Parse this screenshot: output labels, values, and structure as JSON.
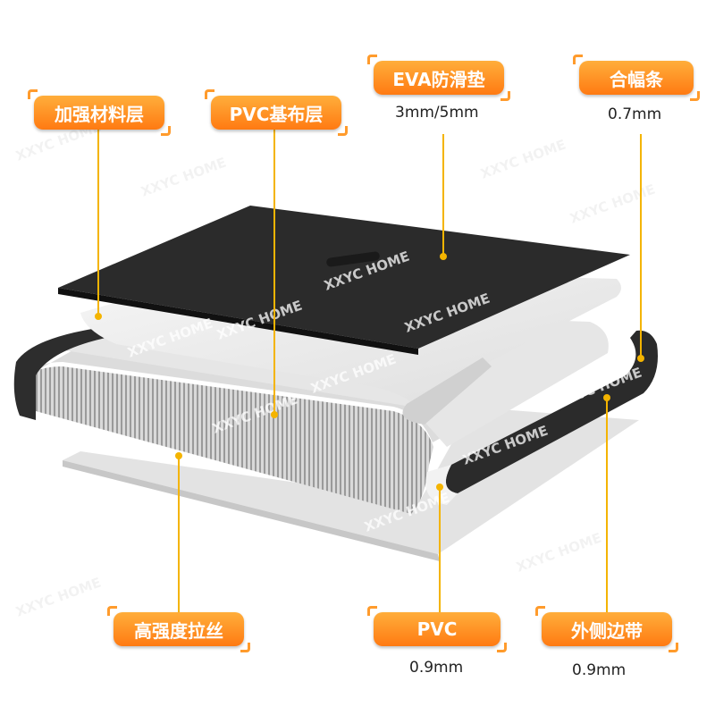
{
  "watermark": "XXYC HOME",
  "labels": {
    "reinforcement_layer": "加强材料层",
    "pvc_base_cloth": "PVC基布层",
    "eva_pad": "EVA防滑垫",
    "eva_thickness": "3mm/5mm",
    "seam_strip": "合幅条",
    "seam_thickness": "0.7mm",
    "high_strength_yarn": "高强度拉丝",
    "pvc": "PVC",
    "pvc_thickness": "0.9mm",
    "edge_band": "外侧边带",
    "edge_thickness": "0.9mm"
  },
  "colors": {
    "label_orange": "#ff8a1e",
    "leader_yellow": "#f4b400",
    "dark_sheet": "#2b2b2b",
    "white_sheet": "#eeeeee"
  }
}
